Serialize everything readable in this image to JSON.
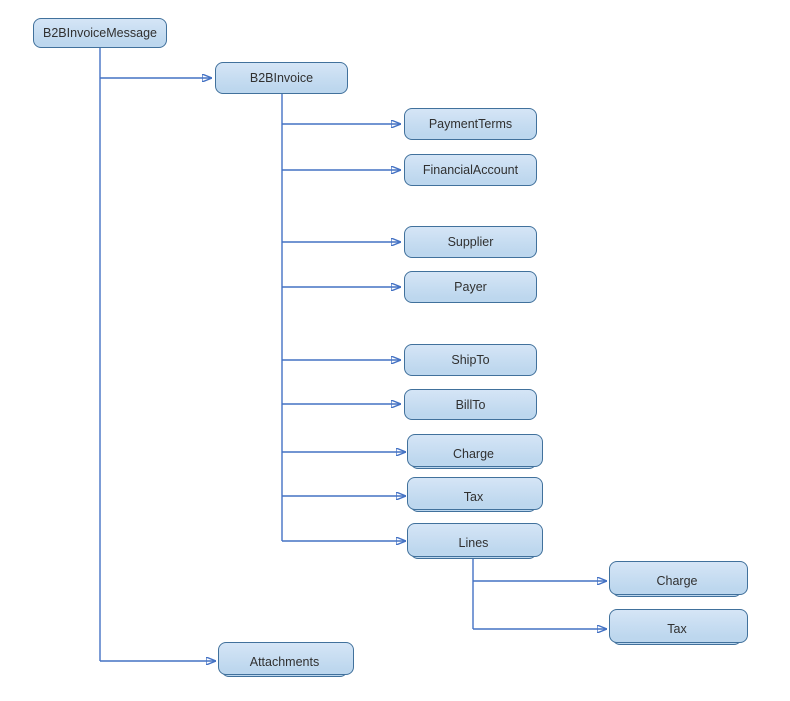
{
  "colors": {
    "box_fill": "#bdd7ee",
    "box_border": "#41719c",
    "connector": "#4472c4",
    "text": "#303030",
    "background": "#ffffff"
  },
  "nodes": {
    "b2b_invoice_message": {
      "label": "B2BInvoiceMessage",
      "stacked": false
    },
    "b2b_invoice": {
      "label": "B2BInvoice",
      "stacked": false
    },
    "payment_terms": {
      "label": "PaymentTerms",
      "stacked": false
    },
    "financial_account": {
      "label": "FinancialAccount",
      "stacked": false
    },
    "supplier": {
      "label": "Supplier",
      "stacked": false
    },
    "payer": {
      "label": "Payer",
      "stacked": false
    },
    "ship_to": {
      "label": "ShipTo",
      "stacked": false
    },
    "bill_to": {
      "label": "BillTo",
      "stacked": false
    },
    "charge": {
      "label": "Charge",
      "stacked": true
    },
    "tax": {
      "label": "Tax",
      "stacked": true
    },
    "lines": {
      "label": "Lines",
      "stacked": true
    },
    "lines_charge": {
      "label": "Charge",
      "stacked": true
    },
    "lines_tax": {
      "label": "Tax",
      "stacked": true
    },
    "attachments": {
      "label": "Attachments",
      "stacked": true
    }
  },
  "edges": [
    {
      "from": "B2BInvoiceMessage",
      "to": "B2BInvoice"
    },
    {
      "from": "B2BInvoiceMessage",
      "to": "Attachments"
    },
    {
      "from": "B2BInvoice",
      "to": "PaymentTerms"
    },
    {
      "from": "B2BInvoice",
      "to": "FinancialAccount"
    },
    {
      "from": "B2BInvoice",
      "to": "Supplier"
    },
    {
      "from": "B2BInvoice",
      "to": "Payer"
    },
    {
      "from": "B2BInvoice",
      "to": "ShipTo"
    },
    {
      "from": "B2BInvoice",
      "to": "BillTo"
    },
    {
      "from": "B2BInvoice",
      "to": "Charge"
    },
    {
      "from": "B2BInvoice",
      "to": "Tax"
    },
    {
      "from": "B2BInvoice",
      "to": "Lines"
    },
    {
      "from": "Lines",
      "to": "Charge"
    },
    {
      "from": "Lines",
      "to": "Tax"
    }
  ]
}
